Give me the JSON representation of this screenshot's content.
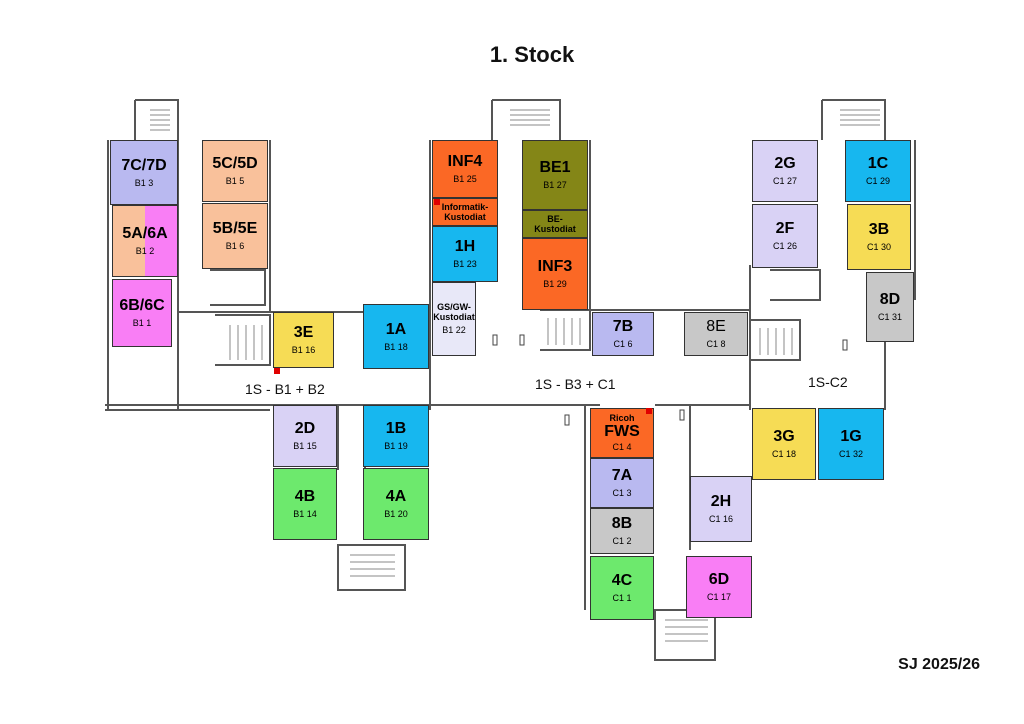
{
  "title": "1. Stock",
  "footer": "SJ 2025/26",
  "colors": {
    "lavender": "#b9b9f0",
    "salmon": "#f9c19b",
    "magenta": "#f97ef5",
    "yellow": "#f6dc55",
    "cyan": "#17b7ef",
    "orange": "#fb6825",
    "olive": "#848617",
    "light_lavender": "#d9d2f5",
    "very_light_lavender": "#e8e8f8",
    "grey": "#c8c8c8",
    "green": "#6de96d"
  },
  "zones": {
    "left": "1S  - B1 + B2",
    "center": "1S - B3 + C1",
    "right": "1S-C2"
  },
  "rooms": {
    "r7c7d": {
      "code": "7C/7D",
      "num": "B1 3"
    },
    "r5c5d": {
      "code": "5C/5D",
      "num": "B1 5"
    },
    "r5a6a": {
      "code": "5A/6A",
      "num": "B1 2"
    },
    "r5b5e": {
      "code": "5B/5E",
      "num": "B1 6"
    },
    "r6b6c": {
      "code": "6B/6C",
      "num": "B1 1"
    },
    "r3e": {
      "code": "3E",
      "num": "B1 16"
    },
    "r1a": {
      "code": "1A",
      "num": "B1 18"
    },
    "rinf4": {
      "code": "INF4",
      "num": "B1 25"
    },
    "rinfk": {
      "code": "Informatik-\nKustodiat"
    },
    "r1h": {
      "code": "1H",
      "num": "B1 23"
    },
    "rgsgw": {
      "code": "GS/GW-\nKustodiat",
      "num": "B1 22"
    },
    "rbe1": {
      "code": "BE1",
      "num": "B1 27"
    },
    "rbek": {
      "code": "BE-\nKustodiat"
    },
    "rinf3": {
      "code": "INF3",
      "num": "B1 29"
    },
    "r7b": {
      "code": "7B",
      "num": "C1 6"
    },
    "r8e": {
      "code": "8E",
      "num": "C1 8"
    },
    "r2g": {
      "code": "2G",
      "num": "C1 27"
    },
    "r1c": {
      "code": "1C",
      "num": "C1 29"
    },
    "r2f": {
      "code": "2F",
      "num": "C1 26"
    },
    "r3b": {
      "code": "3B",
      "num": "C1 30"
    },
    "r8d": {
      "code": "8D",
      "num": "C1 31"
    },
    "r2d": {
      "code": "2D",
      "num": "B1 15"
    },
    "r1b": {
      "code": "1B",
      "num": "B1 19"
    },
    "r4b": {
      "code": "4B",
      "num": "B1 14"
    },
    "r4a": {
      "code": "4A",
      "num": "B1 20"
    },
    "rfws": {
      "label": "Ricoh",
      "code": "FWS",
      "num": "C1 4"
    },
    "r7a": {
      "code": "7A",
      "num": "C1 3"
    },
    "r8b": {
      "code": "8B",
      "num": "C1 2"
    },
    "r4c": {
      "code": "4C",
      "num": "C1 1"
    },
    "r2h": {
      "code": "2H",
      "num": "C1 16"
    },
    "r6d": {
      "code": "6D",
      "num": "C1 17"
    },
    "r3g": {
      "code": "3G",
      "num": "C1 18"
    },
    "r1g": {
      "code": "1G",
      "num": "C1 32"
    }
  }
}
